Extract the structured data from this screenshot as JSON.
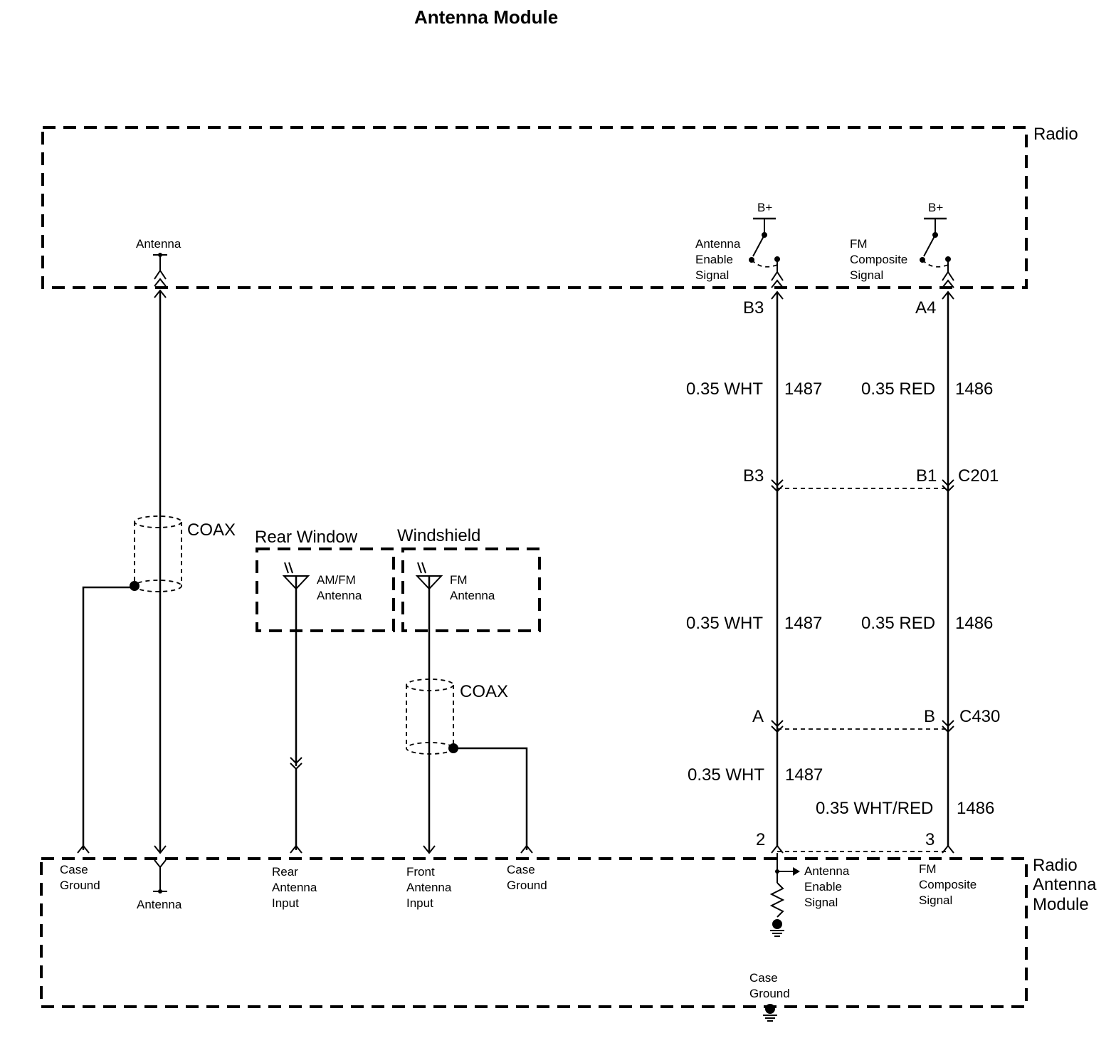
{
  "title": "Antenna Module",
  "modules": {
    "radio": "Radio",
    "radio_antenna_module": [
      "Radio",
      "Antenna",
      "Module"
    ],
    "rear_window": "Rear Window",
    "windshield": "Windshield"
  },
  "radio_pins": {
    "antenna": "Antenna",
    "antenna_enable": [
      "Antenna",
      "Enable",
      "Signal"
    ],
    "fm_composite": [
      "FM",
      "Composite",
      "Signal"
    ],
    "b_plus": "B+"
  },
  "connector_labels": {
    "radio_b3": "B3",
    "radio_a4": "A4",
    "c201_b3": "B3",
    "c201_b1": "B1",
    "c201": "C201",
    "c430_a": "A",
    "c430_b": "B",
    "c430": "C430",
    "module_pin_2": "2",
    "module_pin_3": "3"
  },
  "wires": {
    "w1487_gauge_color": "0.35 WHT",
    "w1487_circuit": "1487",
    "w1486_gauge_color": "0.35 RED",
    "w1486_circuit": "1486",
    "w1486_lower_gauge_color": "0.35 WHT/RED"
  },
  "coax": "COAX",
  "antennas": {
    "am_fm": [
      "AM/FM",
      "Antenna"
    ],
    "fm": [
      "FM",
      "Antenna"
    ]
  },
  "module_pins": {
    "case_ground": [
      "Case",
      "Ground"
    ],
    "antenna": "Antenna",
    "rear_antenna_input": [
      "Rear",
      "Antenna",
      "Input"
    ],
    "front_antenna_input": [
      "Front",
      "Antenna",
      "Input"
    ],
    "antenna_enable": [
      "Antenna",
      "Enable",
      "Signal"
    ],
    "fm_composite": [
      "FM",
      "Composite",
      "Signal"
    ]
  },
  "colors": {
    "line": "#000000",
    "background": "#ffffff"
  }
}
